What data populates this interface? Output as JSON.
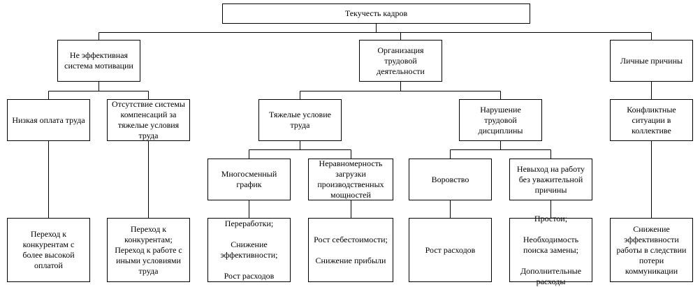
{
  "diagram": {
    "title": "Текучесть кадров",
    "categories": {
      "motivation": "Не эффективная\nсистема мотивации",
      "organization": "Организация\nтрудовой\nдеятельности",
      "personal": "Личные причины"
    },
    "causes": {
      "low_pay": "Низкая оплата труда",
      "no_compensation": "Отсутствие системы\nкомпенсаций за\nтяжелые условия\nтруда",
      "hard_conditions": "Тяжелые условие\nтруда",
      "discipline": "Нарушение\nтрудовой\nдисциплины",
      "conflicts": "Конфликтные\nситуации в\nколлективе",
      "multi_shift": "Многосменный\nграфик",
      "uneven_load": "Неравномерность\nзагрузки\nпроизводственных\nмощностей",
      "theft": "Воровство",
      "absence": "Невыход на работу\nбез уважительной\nпричины"
    },
    "results": {
      "r_low_pay": "Переход к\nконкурентам с\nболее высокой\nоплатой",
      "r_no_compensation": "Переход к\nконкурентам;\nПереход к работе с\nиными условиями\nтруда",
      "r_multi_shift": "Переработки;\n\nСнижение\nэффективности;\n\nРост расходов",
      "r_uneven_load": "Рост себестоимости;\n\nСнижение прибыли",
      "r_theft": "Рост расходов",
      "r_absence": "Простои;\n\nНеобходимость\nпоиска замены;\n\nДополнительные\nрасходы",
      "r_conflicts": "Снижение\nэффективности\nработы в следствии\nпотери\nкоммуникации"
    }
  }
}
